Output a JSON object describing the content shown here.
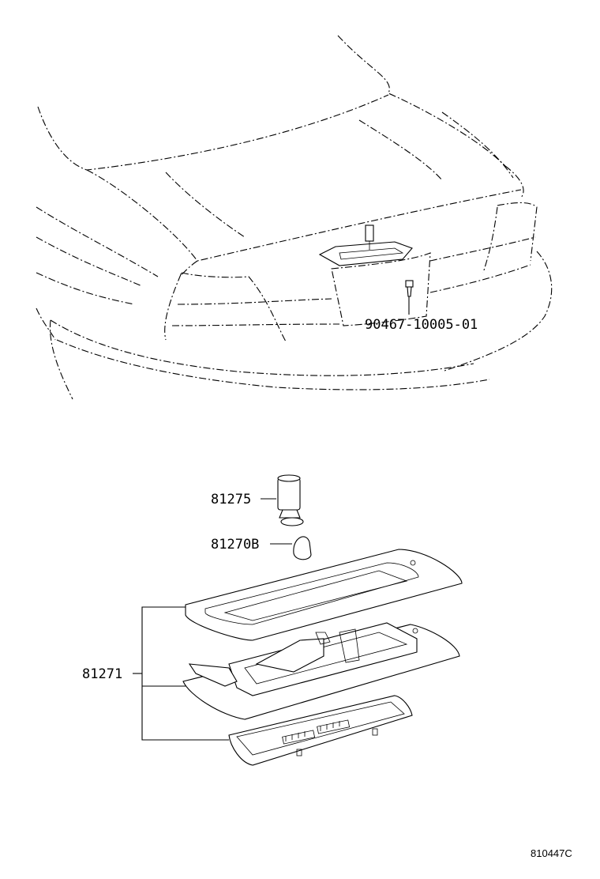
{
  "callouts": {
    "screw": "90467-10005-01",
    "lamp_socket": "81275",
    "bulb": "81270B",
    "lamp_assembly": "81271"
  },
  "figure_id": "810447C"
}
